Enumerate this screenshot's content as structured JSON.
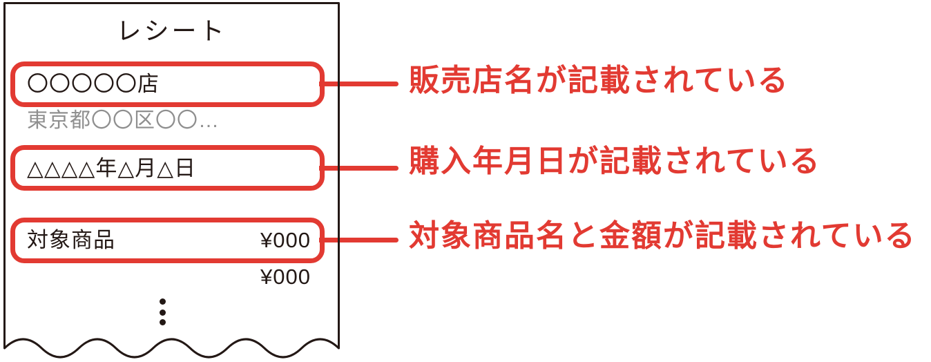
{
  "colors": {
    "red": "#e23a32",
    "ink": "#231815",
    "gray": "#8f8f8f"
  },
  "receipt": {
    "title": "レシート",
    "store_name": "〇〇〇〇〇店",
    "address": "東京都〇〇区〇〇…",
    "purchase_date": "△△△△年△月△日",
    "item_name": "対象商品",
    "item_price": "¥000",
    "additional_price": "¥000"
  },
  "annotations": [
    {
      "label": "販売店名が記載されている"
    },
    {
      "label": "購入年月日が記載されている"
    },
    {
      "label": "対象商品名と金額が記載されている"
    }
  ]
}
